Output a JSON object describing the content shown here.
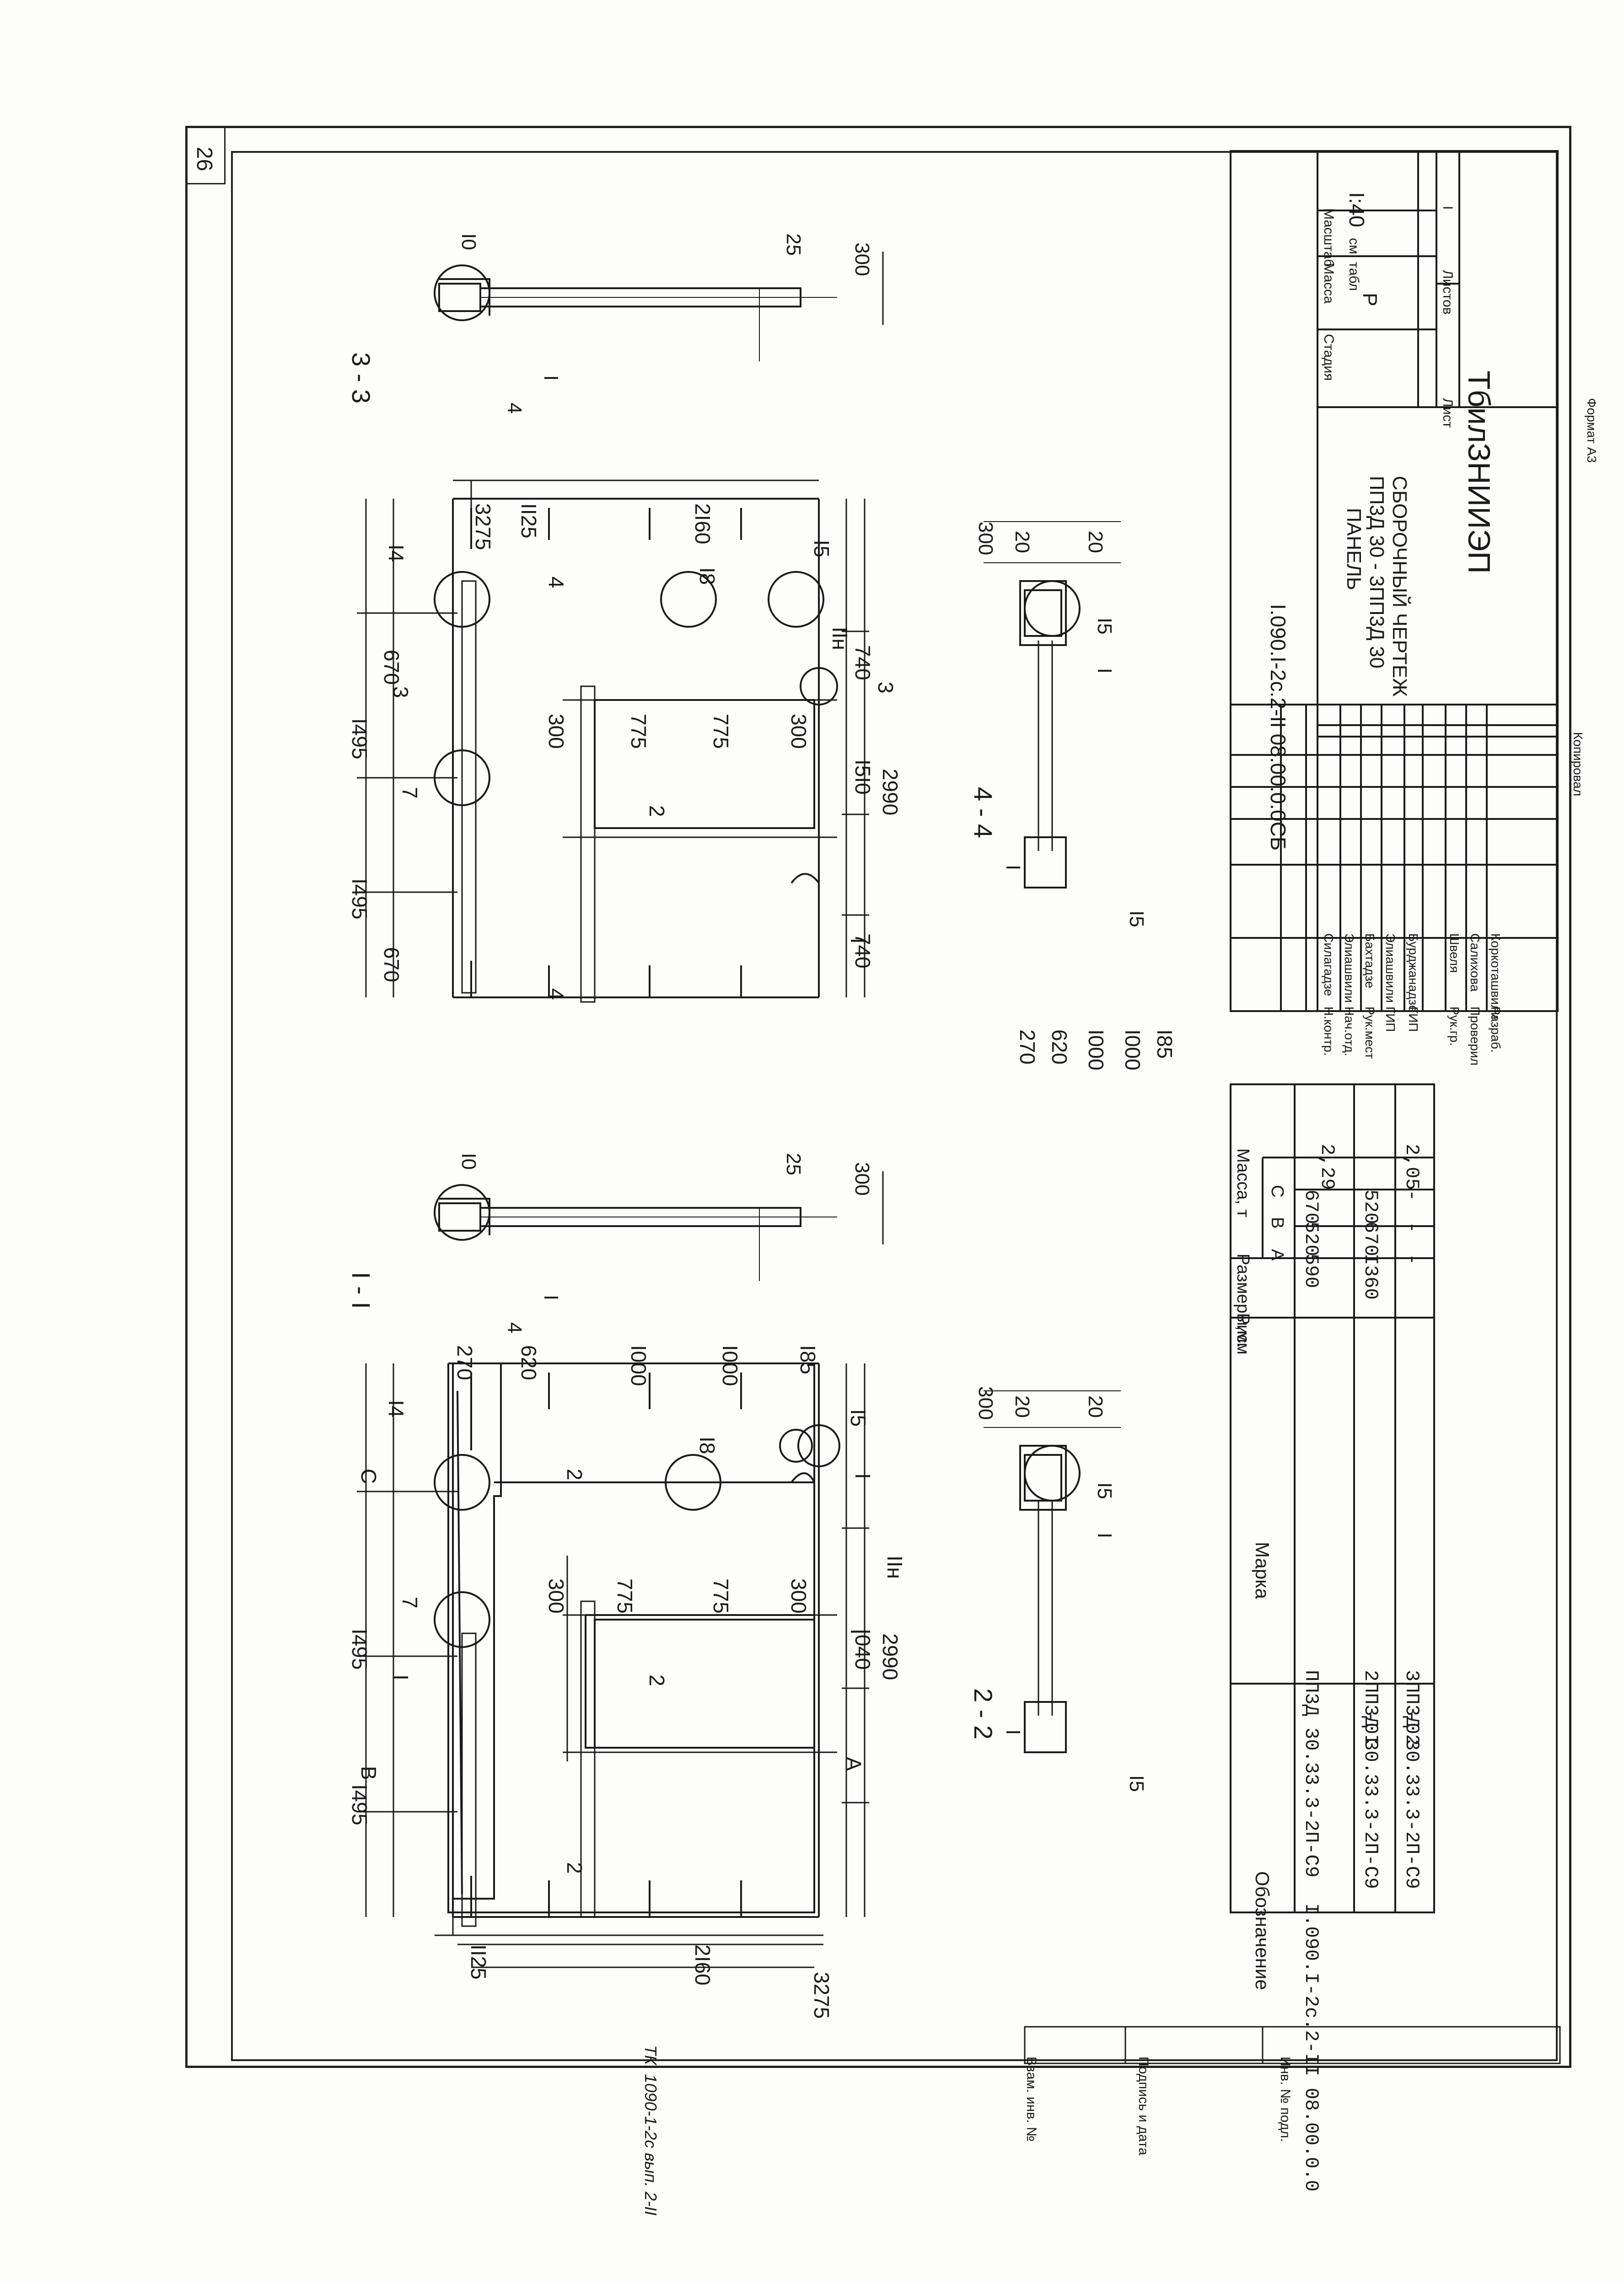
{
  "sheet": {
    "page_number": "26",
    "format": "Формат А3",
    "copied": "Копировал",
    "side_note": "ТК. 1090-1-2с вып. 2-II",
    "side_stamp": [
      "Инв. № подл.",
      "Подпись и дата",
      "Взам. инв. №"
    ]
  },
  "title_block": {
    "doc_code": "I.090.I-2с.2-II 08.00.0.0СБ",
    "title_lines": [
      "ПАНЕЛЬ",
      "ПП3Д 30 - 3ПП3Д 30",
      "СБОРОЧНЫЙ ЧЕРТЕЖ"
    ],
    "stage_header": "Стадия",
    "mass_header": "Масса",
    "scale_header": "Масштаб",
    "stage": "Р",
    "mass": "см. табл",
    "scale": "I:40",
    "sheet_label": "Лист",
    "sheets_label": "Листов",
    "sheets_value": "I",
    "org": "ТбилЗНИИЭП",
    "signatures": [
      {
        "role": "Н.контр.",
        "name": "Силагадзе"
      },
      {
        "role": "Нач.отд.",
        "name": "Элиашвили"
      },
      {
        "role": "Рук.мест",
        "name": "Бахтадзе"
      },
      {
        "role": "ГИП",
        "name": "Элиашвили"
      },
      {
        "role": "ГИП",
        "name": "Бурджанадзе"
      },
      {
        "role": "Рук.гр.",
        "name": "Швеля"
      },
      {
        "role": "Проверил",
        "name": "Салихова"
      },
      {
        "role": "Разраб.",
        "name": "Коркоташвили"
      }
    ]
  },
  "spec_table": {
    "headers": {
      "designation": "Обозначение",
      "mark": "Марка",
      "fig": "Рис.",
      "dims": "Размеры,мм",
      "dim_cols": [
        "A",
        "B",
        "C"
      ],
      "mass": "Масса, т"
    },
    "rows": [
      {
        "designation": "I.090.I-2с.2-II 08.00.0.0",
        "mark": "ПП3Д 30.33.3-2П-С9",
        "a": "590",
        "b": "520",
        "c": "670",
        "mass": "2,29"
      },
      {
        "designation": "-0I",
        "mark": "2ПП3Д 30.33.3-2П-С9",
        "a": "I360",
        "b": "670",
        "c": "520",
        "mass": ""
      },
      {
        "designation": "-02",
        "mark": "3ПП3Д 30.33.3-2П-С9",
        "a": "-",
        "b": "-",
        "c": "-",
        "mass": "2,05"
      }
    ]
  },
  "views": {
    "panel_left": {
      "dims_top": [
        "I495",
        "I495"
      ],
      "dims_side": [
        "3275",
        "II25",
        "2I60"
      ],
      "dims_right": [
        "270",
        "620",
        "I000",
        "I000",
        "I85"
      ],
      "dims_bottom": [
        "I040",
        "2990"
      ],
      "inner": [
        "300",
        "775",
        "775",
        "300"
      ],
      "marks": [
        "7",
        "2",
        "I4",
        "I8",
        "I5",
        "I",
        "IIн",
        "A",
        "B",
        "C",
        "I",
        "I"
      ],
      "cuts": [
        "2",
        "2"
      ]
    },
    "panel_right": {
      "dims_top": [
        "I495",
        "I495",
        "670",
        "670"
      ],
      "dims_side": [
        "3275",
        "II25",
        "2I60"
      ],
      "dims_right": [
        "270",
        "620",
        "I000",
        "I000",
        "I85"
      ],
      "dims_bottom": [
        "740",
        "I5I0",
        "740",
        "2990"
      ],
      "inner": [
        "300",
        "775",
        "775",
        "300"
      ],
      "marks": [
        "7",
        "2",
        "I4",
        "I8",
        "I5",
        "I",
        "IIн",
        "3",
        "3",
        "4",
        "4"
      ]
    },
    "section_1": {
      "title": "I - I",
      "dims": [
        "I0",
        "25",
        "300"
      ],
      "marks": [
        "4",
        "I"
      ]
    },
    "section_3": {
      "title": "3 - 3",
      "dims": [
        "I0",
        "25",
        "300"
      ],
      "marks": [
        "4",
        "I"
      ]
    },
    "section_2": {
      "title": "2 - 2",
      "dims": [
        "300",
        "20",
        "20",
        "I5",
        "I5"
      ],
      "marks": [
        "I",
        "I"
      ]
    },
    "section_4": {
      "title": "4 - 4",
      "dims": [
        "300",
        "20",
        "20",
        "I5",
        "I5"
      ],
      "marks": [
        "I",
        "I"
      ]
    }
  }
}
